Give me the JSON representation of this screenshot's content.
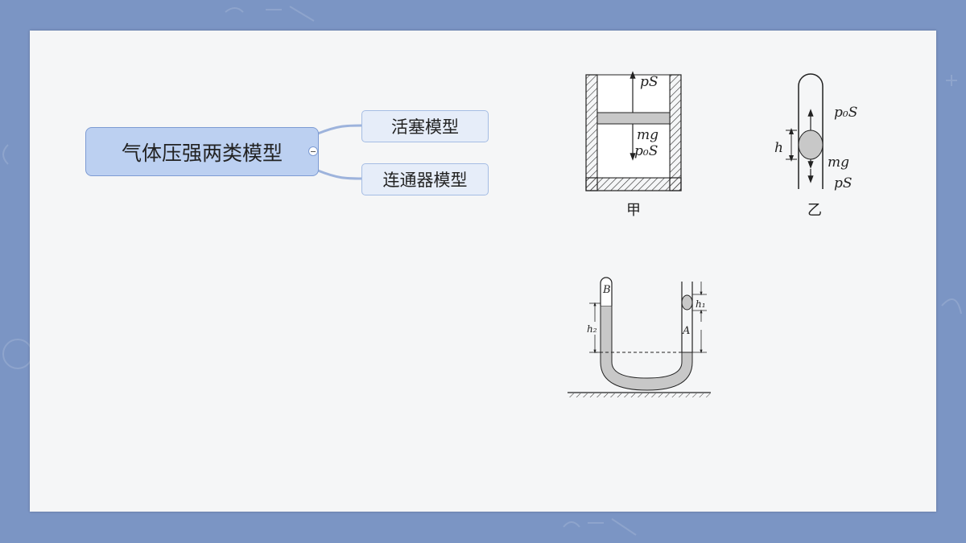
{
  "mindmap": {
    "root": "气体压强两类模型",
    "children": [
      "活塞模型",
      "连通器模型"
    ]
  },
  "figure_jia": {
    "force_up": "pS",
    "force_mg": "mg",
    "force_p0": "p₀S",
    "caption": "甲"
  },
  "figure_yi": {
    "force_p0": "p₀S",
    "force_mg": "mg",
    "force_p": "pS",
    "height": "h",
    "caption": "乙"
  },
  "figure_u": {
    "label_b": "B",
    "label_a": "A",
    "label_h1": "h₁",
    "label_h2": "h₂"
  },
  "colors": {
    "board": "#7b95c4",
    "paper": "#f5f6f7",
    "root_fill": "#bcd0f1",
    "child_fill": "#e6edf9",
    "connector": "#9db3dc",
    "fluid_gray": "#c8c8c8"
  }
}
